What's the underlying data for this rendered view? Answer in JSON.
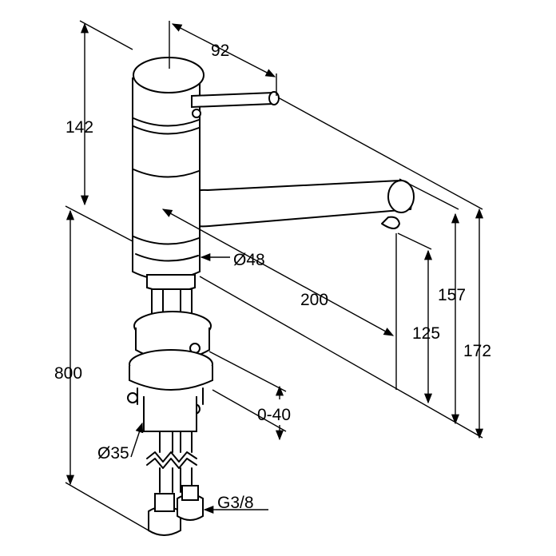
{
  "dimensions": {
    "height_to_lever": "142",
    "lever_reach": "92",
    "body_diameter": "Ø48",
    "spout_reach": "200",
    "spout_outlet_height": "125",
    "spout_top_height": "157",
    "total_height": "172",
    "hose_length": "800",
    "countertop_thickness": "0-40",
    "mounting_hole": "Ø35",
    "connection_thread": "G3/8"
  },
  "colors": {
    "line": "#000000",
    "background": "#ffffff"
  }
}
